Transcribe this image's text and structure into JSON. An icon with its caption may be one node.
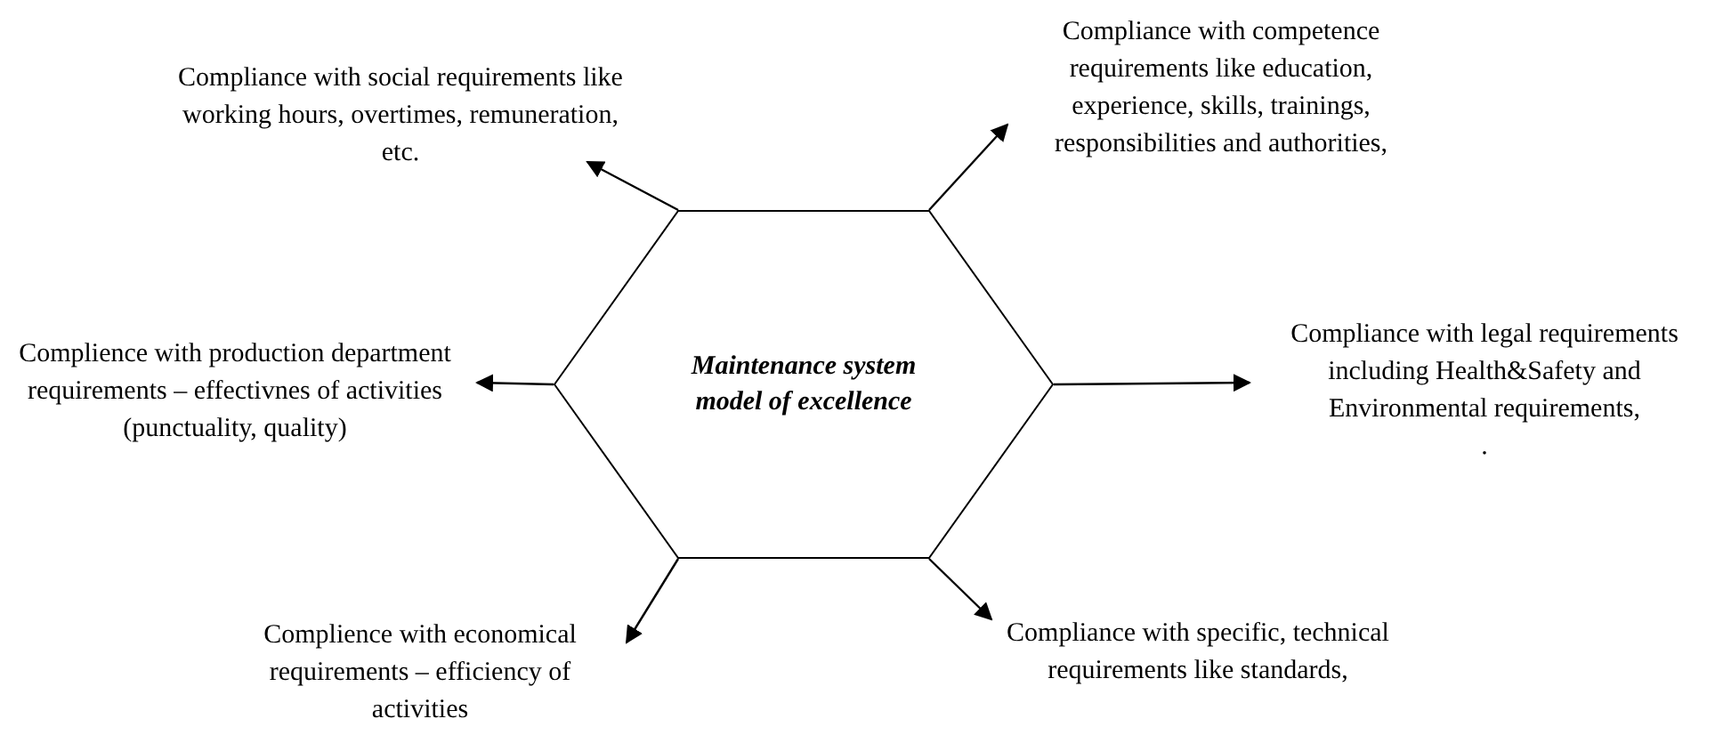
{
  "diagram": {
    "nodes": [
      {
        "text": [
          "Maintenance system model of excellence"
        ]
      },
      {
        "text": [
          "Compliance with social requirements like working hours, overtimes, remuneration, etc."
        ]
      },
      {
        "text": [
          "Compliance with competence requirements like education, experience, skills, trainings, responsibilities and authorities,"
        ]
      },
      {
        "text": [
          "Complience with production department requirements – effectivnes of activities (punctuality, quality)"
        ]
      },
      {
        "text": [
          "Compliance with legal requirements including Health&Safety and Environmental requirements,",
          "."
        ]
      },
      {
        "text": [
          "Complience with economical requirements – efficiency of activities"
        ]
      },
      {
        "text": [
          "Compliance with specific, technical requirements like standards,"
        ]
      }
    ],
    "edges": [
      {
        "from": 0,
        "to": 1,
        "arrow": "to"
      },
      {
        "from": 0,
        "to": 2,
        "arrow": "to"
      },
      {
        "from": 0,
        "to": 3,
        "arrow": "to"
      },
      {
        "from": 0,
        "to": 4,
        "arrow": "to"
      },
      {
        "from": 0,
        "to": 5,
        "arrow": "to"
      },
      {
        "from": 0,
        "to": 6,
        "arrow": "to"
      }
    ]
  }
}
